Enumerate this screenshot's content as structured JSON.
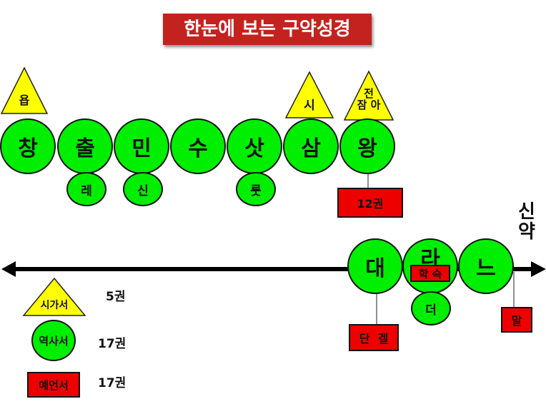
{
  "title": "한눈에 보는 구약성경",
  "new_testament_label": "신약",
  "top_circles": [
    {
      "label": "창"
    },
    {
      "label": "출"
    },
    {
      "label": "민"
    },
    {
      "label": "수"
    },
    {
      "label": "삿"
    },
    {
      "label": "삼"
    },
    {
      "label": "왕"
    }
  ],
  "top_small_circles": [
    {
      "label": "레"
    },
    {
      "label": "신"
    },
    {
      "label": "룻"
    }
  ],
  "top_triangles": [
    {
      "label": "욥"
    },
    {
      "label": "시"
    },
    {
      "label": "전\n잠 아"
    }
  ],
  "top_box": {
    "label": "12권"
  },
  "bottom_circles": [
    {
      "label": "대"
    },
    {
      "label": "라"
    },
    {
      "label": "느"
    }
  ],
  "bottom_small": {
    "label": "더"
  },
  "bottom_inner_box": {
    "label": "학 슥"
  },
  "bottom_boxes": [
    {
      "label": "단  겔"
    },
    {
      "label": "말"
    }
  ],
  "legend": [
    {
      "shape": "triangle",
      "label": "시가서",
      "count": "5권"
    },
    {
      "shape": "circle",
      "label": "역사서",
      "count": "17권"
    },
    {
      "shape": "box",
      "label": "예언서",
      "count": "17권"
    }
  ],
  "colors": {
    "title_bg": "#c4221f",
    "circle": "#00ee00",
    "triangle": "#ffff00",
    "box": "#ee0000"
  }
}
